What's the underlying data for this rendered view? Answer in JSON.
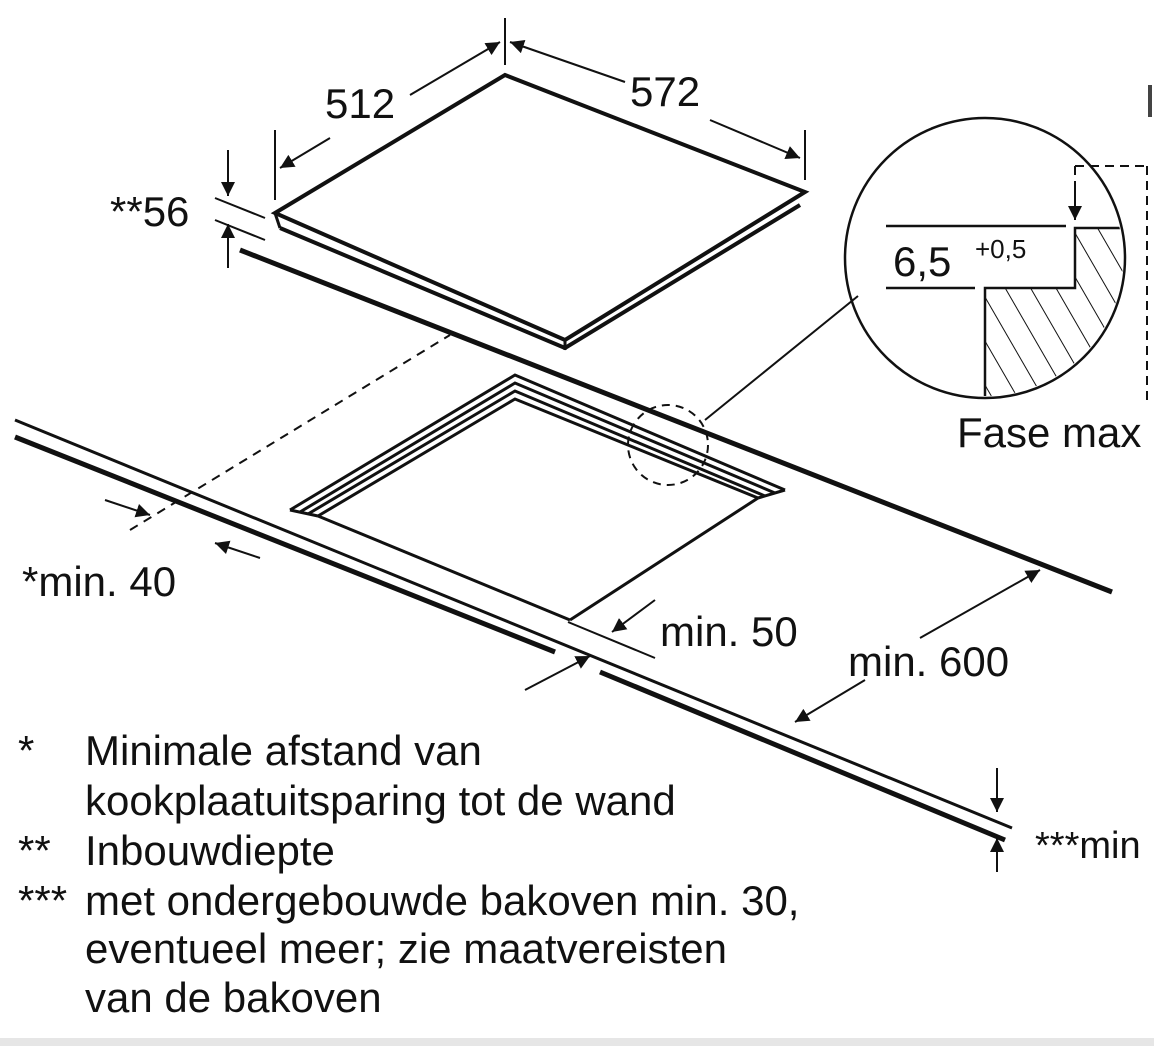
{
  "dimensions": {
    "depth": "512",
    "width": "572",
    "installation_depth": "**56",
    "bevel_value": "6,5",
    "bevel_tolerance": "+0,5",
    "bevel_label": "Fase max",
    "min_wall": "*min. 40",
    "min_front": "min. 50",
    "min_worktop": "min. 600",
    "min_bottom": "***min"
  },
  "legend": [
    {
      "mark": "*",
      "lines": [
        "Minimale afstand van",
        "kookplaatuitsparing tot de wand"
      ]
    },
    {
      "mark": "**",
      "lines": [
        "Inbouwdiepte"
      ]
    },
    {
      "mark": "***",
      "lines": [
        "met ondergebouwde bakoven min. 30,",
        "eventueel meer; zie maatvereisten",
        "van de bakoven"
      ]
    }
  ]
}
